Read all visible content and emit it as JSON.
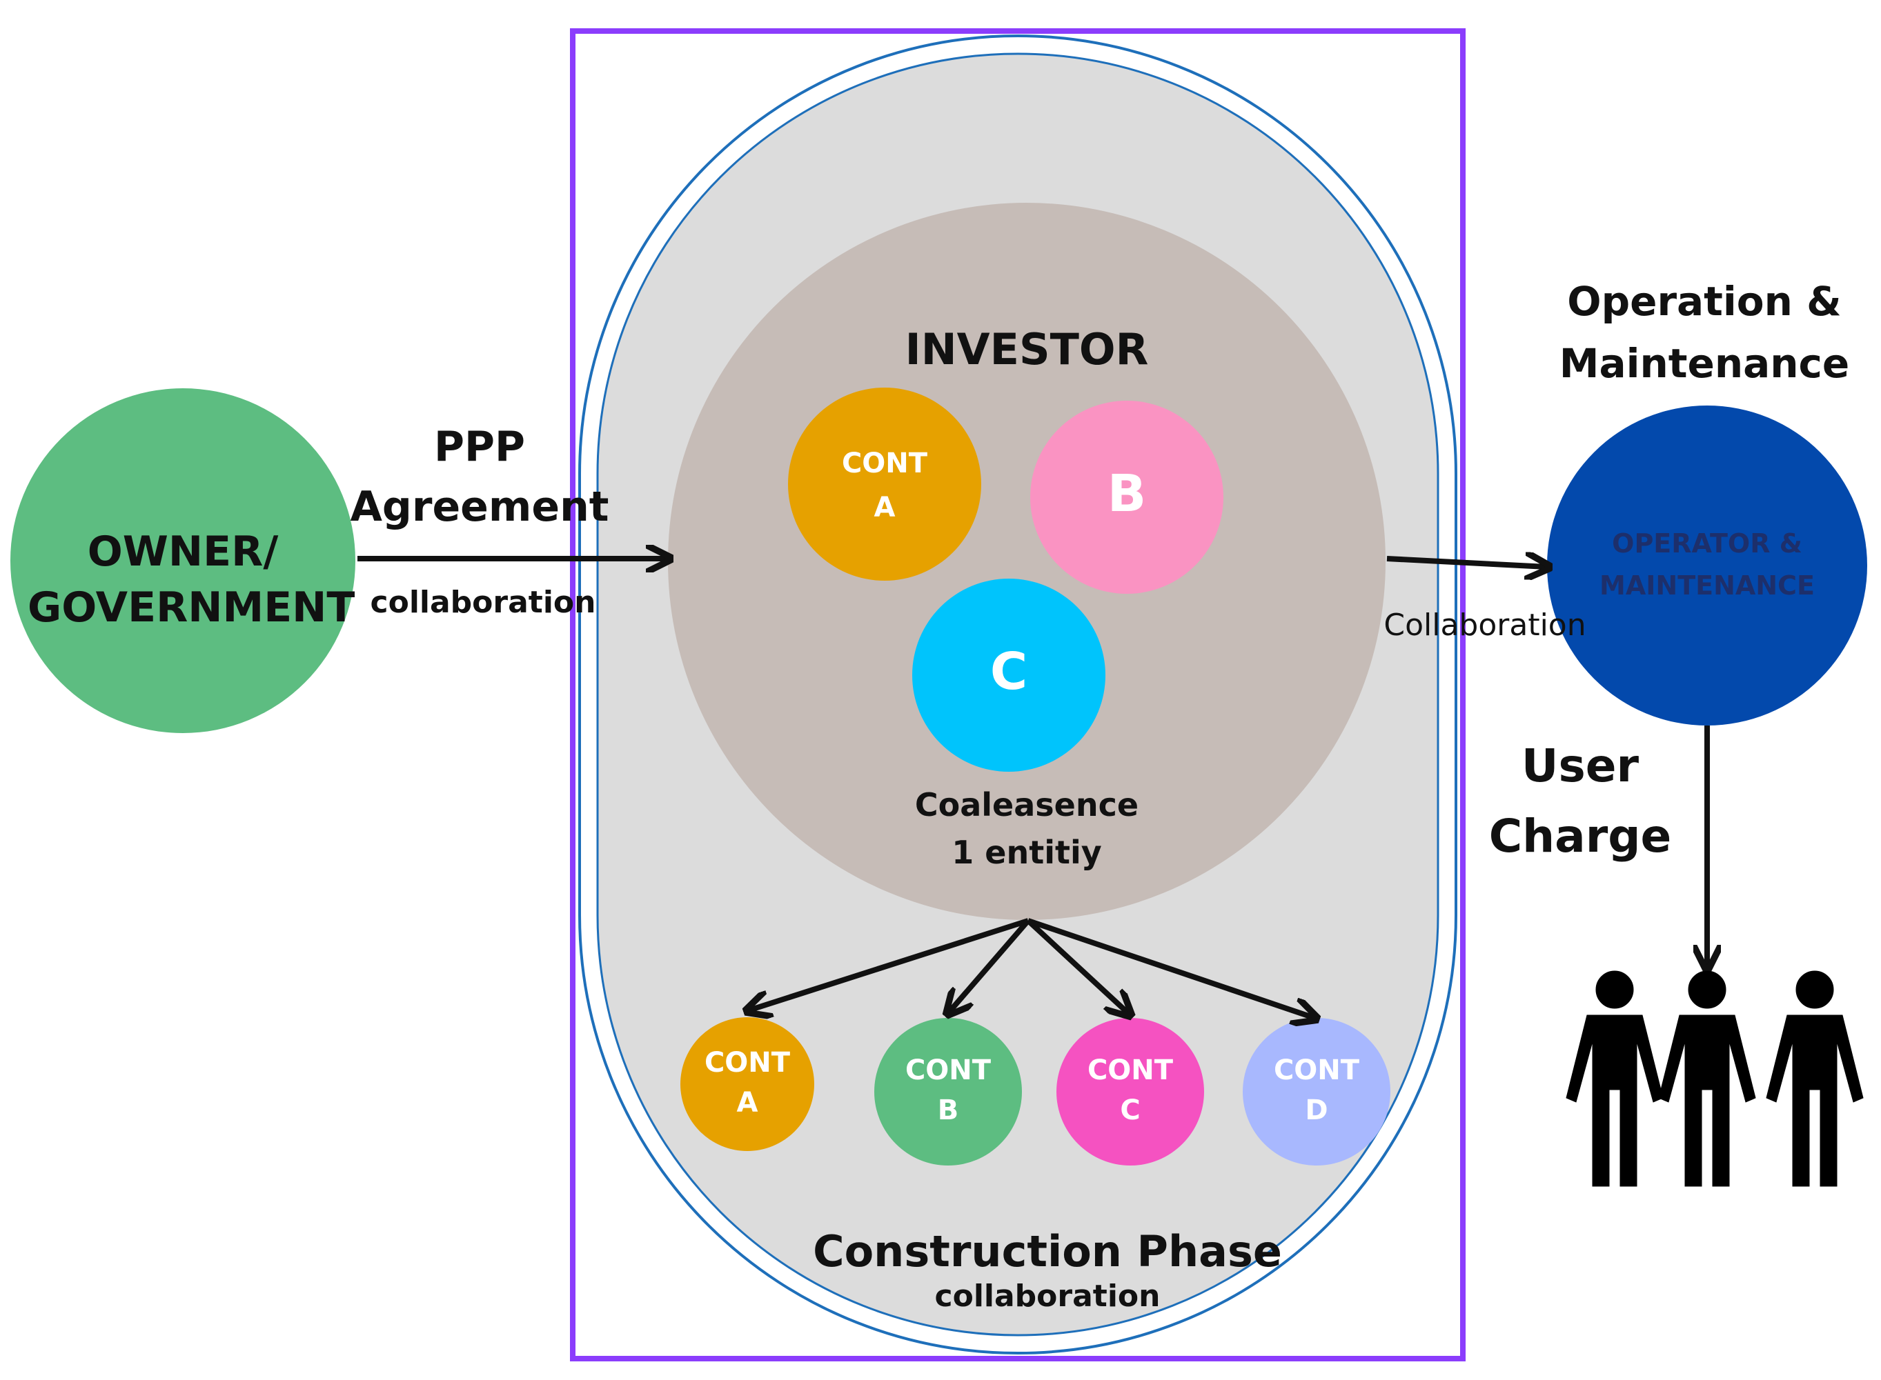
{
  "owner": {
    "line1": "OWNER/",
    "line2": "GOVERNMENT",
    "color": "#5dbd81"
  },
  "ppp": {
    "line1": "PPP",
    "line2": "Agreement",
    "sub": "collaboration"
  },
  "investor": {
    "title": "INVESTOR",
    "color": "#c6bcb7",
    "members": [
      {
        "line1": "CONT",
        "line2": "A",
        "color": "#e6a100"
      },
      {
        "line1": "B",
        "line2": "",
        "color": "#fa93c2"
      },
      {
        "line1": "C",
        "line2": "",
        "color": "#00c4fc"
      }
    ],
    "note_line1": "Coaleasence",
    "note_line2": "1 entitiy"
  },
  "construction": {
    "title": "Construction Phase",
    "sub": "collaboration",
    "bg_color": "#dcdcdc",
    "border_color": "#1e6fba",
    "frame_color": "#8b3dfc",
    "contractors": [
      {
        "line1": "CONT",
        "line2": "A",
        "color": "#e6a100"
      },
      {
        "line1": "CONT",
        "line2": "B",
        "color": "#5dbd81"
      },
      {
        "line1": "CONT",
        "line2": "C",
        "color": "#f552c1"
      },
      {
        "line1": "CONT",
        "line2": "D",
        "color": "#a8b8fe"
      }
    ]
  },
  "operation": {
    "heading_line1": "Operation &",
    "heading_line2": "Maintenance",
    "circle_line1": "OPERATOR &",
    "circle_line2": "MAINTENANCE",
    "color": "#0349ac",
    "text_color": "#1d2f6b",
    "link_label": "Collaboration"
  },
  "users": {
    "label_line1": "User",
    "label_line2": "Charge",
    "icon": "people-group-icon"
  }
}
